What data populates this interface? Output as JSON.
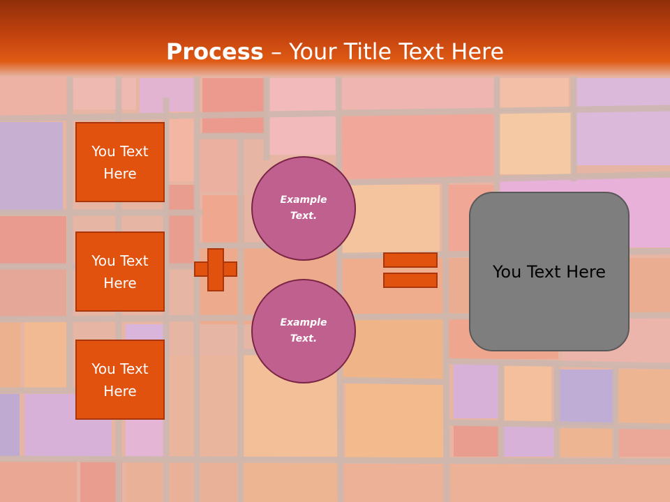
{
  "title": {
    "bold": "Process",
    "dash": " – ",
    "rest": "Your Title Text Here"
  },
  "left_boxes": [
    {
      "label": "You Text Here"
    },
    {
      "label": "You Text Here"
    },
    {
      "label": "You Text Here"
    }
  ],
  "circles": [
    {
      "label": "Example Text."
    },
    {
      "label": "Example Text."
    }
  ],
  "operators": {
    "plus": "plus-icon",
    "equals": "equals-icon"
  },
  "result": {
    "label": "You Text Here"
  },
  "colors": {
    "accent": "#e0520e",
    "accent_border": "#a8360a",
    "circle": "#c0608e",
    "result": "#7e7e7e",
    "title_bar": "#c2420f"
  }
}
